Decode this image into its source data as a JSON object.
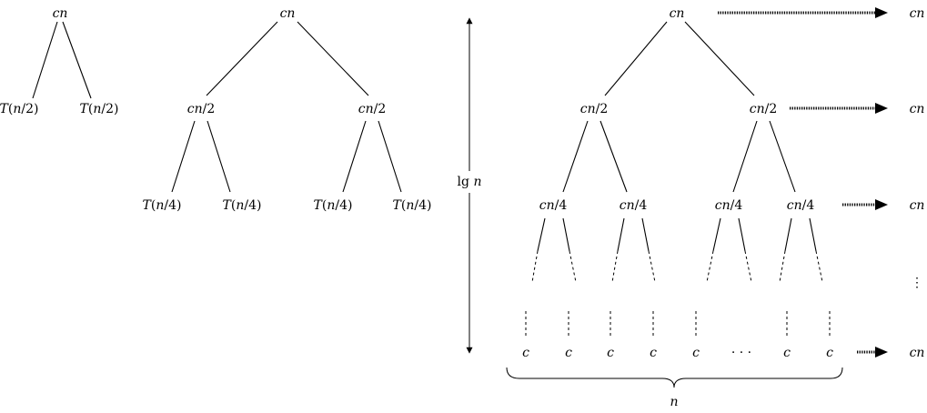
{
  "tree_a": {
    "root": "cn",
    "children": [
      {
        "func": "T",
        "arg": "n",
        "den": "/2)"
      },
      {
        "func": "T",
        "arg": "n",
        "den": "/2)"
      }
    ]
  },
  "tree_b": {
    "root": "cn",
    "level1": [
      {
        "a": "cn",
        "b": "/2"
      },
      {
        "a": "cn",
        "b": "/2"
      }
    ],
    "level2": [
      {
        "func": "T",
        "arg": "n",
        "den": "/4)"
      },
      {
        "func": "T",
        "arg": "n",
        "den": "/4)"
      },
      {
        "func": "T",
        "arg": "n",
        "den": "/4)"
      },
      {
        "func": "T",
        "arg": "n",
        "den": "/4)"
      }
    ]
  },
  "tree_c": {
    "root": "cn",
    "level1": [
      {
        "a": "cn",
        "b": "/2"
      },
      {
        "a": "cn",
        "b": "/2"
      }
    ],
    "level2": [
      {
        "a": "cn",
        "b": "/4"
      },
      {
        "a": "cn",
        "b": "/4"
      },
      {
        "a": "cn",
        "b": "/4"
      },
      {
        "a": "cn",
        "b": "/4"
      }
    ],
    "leaves": [
      "c",
      "c",
      "c",
      "c",
      "c",
      "· · ·",
      "c",
      "c"
    ],
    "brace_label": "n"
  },
  "height_label": {
    "lg": "lg",
    "n": "n"
  },
  "level_costs": [
    "cn",
    "cn",
    "cn",
    "⋮",
    "cn"
  ]
}
